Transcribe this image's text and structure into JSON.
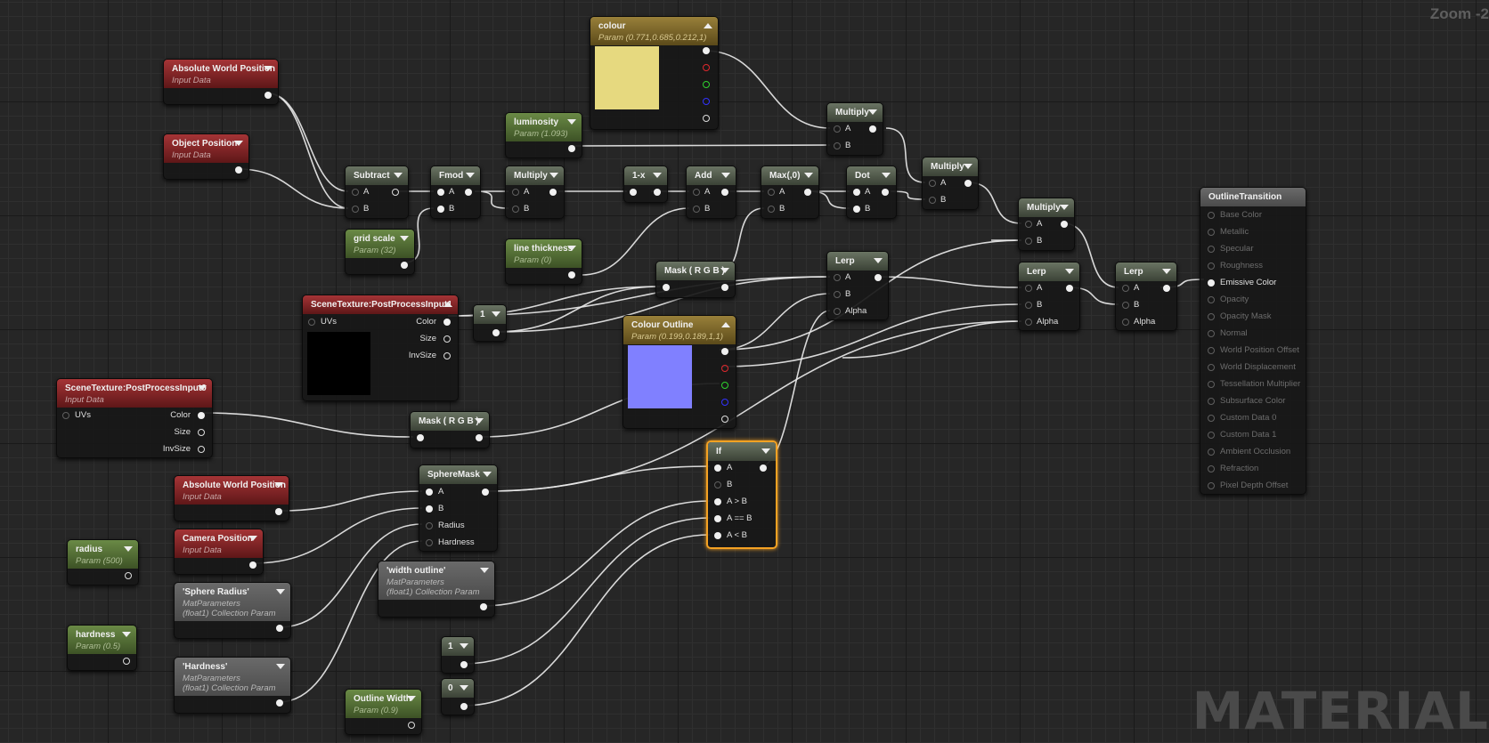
{
  "zoom": "Zoom -2",
  "watermark": "MATERIAL",
  "colors": {
    "wire": "#e8e8e8",
    "input_header": "#a53436",
    "param_header": "#6a8a46",
    "operator_header": "#6a7463",
    "vector_param_header": "#99803a",
    "selection": "#f5a223",
    "colour_swatch": "#e6d97f",
    "colour_outline_swatch": "#8080ff",
    "scene_texture_preview": "#000000"
  },
  "nodes": {
    "abs_world_pos_1": {
      "title": "Absolute World Position",
      "subtitle": "Input Data"
    },
    "object_pos": {
      "title": "Object Position",
      "subtitle": "Input Data"
    },
    "subtract": {
      "title": "Subtract",
      "a": "A",
      "b": "B"
    },
    "fmod": {
      "title": "Fmod",
      "a": "A",
      "b": "B"
    },
    "multiply_1": {
      "title": "Multiply",
      "a": "A",
      "b": "B"
    },
    "one_minus": {
      "title": "1-x"
    },
    "add": {
      "title": "Add",
      "a": "A",
      "b": "B"
    },
    "max": {
      "title": "Max(,0)",
      "a": "A",
      "b": "B"
    },
    "dot": {
      "title": "Dot",
      "a": "A",
      "b": "B"
    },
    "grid_scale": {
      "title": "grid scale",
      "subtitle": "Param (32)"
    },
    "luminosity": {
      "title": "luminosity",
      "subtitle": "Param (1.093)"
    },
    "colour": {
      "title": "colour",
      "subtitle": "Param (0.771,0.685,0.212,1)"
    },
    "multiply_2": {
      "title": "Multiply",
      "a": "A",
      "b": "B"
    },
    "multiply_3": {
      "title": "Multiply",
      "a": "A",
      "b": "B"
    },
    "multiply_4": {
      "title": "Multiply",
      "a": "A",
      "b": "B"
    },
    "line_thickness": {
      "title": "line thickness",
      "subtitle": "Param (0)"
    },
    "mask_rgb_1": {
      "title": "Mask ( R G B )"
    },
    "lerp_1": {
      "title": "Lerp",
      "a": "A",
      "b": "B",
      "alpha": "Alpha"
    },
    "lerp_2": {
      "title": "Lerp",
      "a": "A",
      "b": "B",
      "alpha": "Alpha"
    },
    "lerp_3": {
      "title": "Lerp",
      "a": "A",
      "b": "B",
      "alpha": "Alpha"
    },
    "scene_tex_1": {
      "title": "SceneTexture:PostProcessInput1",
      "uvs": "UVs",
      "color": "Color",
      "size": "Size",
      "invsize": "InvSize"
    },
    "const_1_top": {
      "title": "1"
    },
    "colour_outline": {
      "title": "Colour Outline",
      "subtitle": "Param (0.199,0.189,1,1)"
    },
    "scene_tex_0": {
      "title": "SceneTexture:PostProcessInput0",
      "subtitle": "Input Data",
      "uvs": "UVs",
      "color": "Color",
      "size": "Size",
      "invsize": "InvSize"
    },
    "mask_rgb_2": {
      "title": "Mask ( R G B )"
    },
    "if": {
      "title": "If",
      "a": "A",
      "b": "B",
      "agtb": "A > B",
      "aeqb": "A == B",
      "altb": "A < B"
    },
    "abs_world_pos_2": {
      "title": "Absolute World Position",
      "subtitle": "Input Data"
    },
    "camera_pos": {
      "title": "Camera Position",
      "subtitle": "Input Data"
    },
    "sphere_mask": {
      "title": "SphereMask",
      "a": "A",
      "b": "B",
      "radius": "Radius",
      "hardness": "Hardness"
    },
    "radius": {
      "title": "radius",
      "subtitle": "Param (500)"
    },
    "sphere_radius": {
      "title": "'Sphere Radius'",
      "subtitle1": "MatParameters",
      "subtitle2": "(float1) Collection Param"
    },
    "width_outline": {
      "title": "'width outline'",
      "subtitle1": "MatParameters",
      "subtitle2": "(float1) Collection Param"
    },
    "hardness": {
      "title": "hardness",
      "subtitle": "Param (0.5)"
    },
    "hardness_coll": {
      "title": "'Hardness'",
      "subtitle1": "MatParameters",
      "subtitle2": "(float1) Collection Param"
    },
    "const_1_bottom": {
      "title": "1"
    },
    "const_0": {
      "title": "0"
    },
    "outline_width": {
      "title": "Outline Width",
      "subtitle": "Param (0.9)"
    },
    "outline_transition": {
      "title": "OutlineTransition",
      "inputs": [
        "Base Color",
        "Metallic",
        "Specular",
        "Roughness",
        "Emissive Color",
        "Opacity",
        "Opacity Mask",
        "Normal",
        "World Position Offset",
        "World Displacement",
        "Tessellation Multiplier",
        "Subsurface Color",
        "Custom Data 0",
        "Custom Data 1",
        "Ambient Occlusion",
        "Refraction",
        "Pixel Depth Offset"
      ],
      "active_input": "Emissive Color"
    }
  }
}
